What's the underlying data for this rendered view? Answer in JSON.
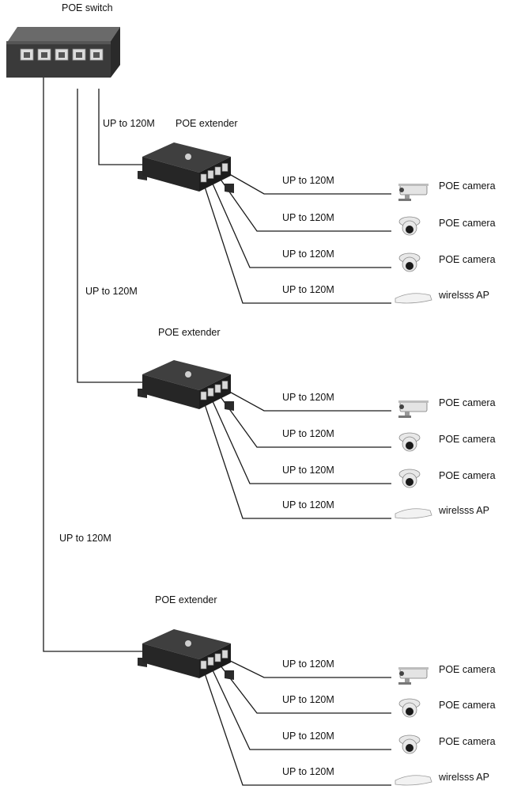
{
  "switch": {
    "label": "POE switch",
    "ports": 5
  },
  "extenders": [
    {
      "label": "POE extender",
      "uplink_label": "UP to 120M",
      "outputs": [
        {
          "link_label": "UP to 120M",
          "device": "POE camera",
          "kind": "bullet-camera"
        },
        {
          "link_label": "UP to 120M",
          "device": "POE camera",
          "kind": "dome-camera"
        },
        {
          "link_label": "UP to 120M",
          "device": "POE camera",
          "kind": "dome-camera"
        },
        {
          "link_label": "UP to 120M",
          "device": "wirelsss AP",
          "kind": "access-point"
        }
      ]
    },
    {
      "label": "POE extender",
      "uplink_label": "UP to 120M",
      "outputs": [
        {
          "link_label": "UP to 120M",
          "device": "POE camera",
          "kind": "bullet-camera"
        },
        {
          "link_label": "UP to 120M",
          "device": "POE camera",
          "kind": "dome-camera"
        },
        {
          "link_label": "UP to 120M",
          "device": "POE camera",
          "kind": "dome-camera"
        },
        {
          "link_label": "UP to 120M",
          "device": "wirelsss AP",
          "kind": "access-point"
        }
      ]
    },
    {
      "label": "POE extender",
      "uplink_label": "UP to 120M",
      "outputs": [
        {
          "link_label": "UP to 120M",
          "device": "POE camera",
          "kind": "bullet-camera"
        },
        {
          "link_label": "UP to 120M",
          "device": "POE camera",
          "kind": "dome-camera"
        },
        {
          "link_label": "UP to 120M",
          "device": "POE camera",
          "kind": "dome-camera"
        },
        {
          "link_label": "UP to 120M",
          "device": "wirelsss AP",
          "kind": "access-point"
        }
      ]
    }
  ],
  "colors": {
    "line": "#1a1a1a",
    "device_dark": "#1e1e1e",
    "device_light": "#e9e9e9"
  }
}
